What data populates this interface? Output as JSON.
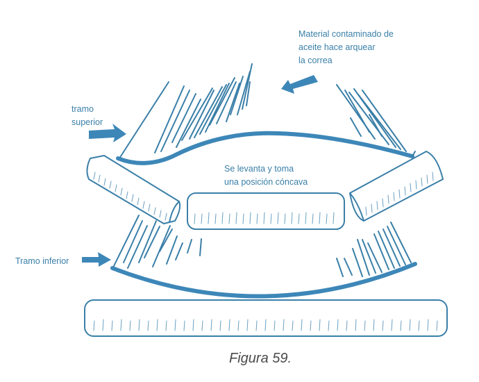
{
  "figure": {
    "caption": "Figura 59.",
    "colors": {
      "ink": "#3a7fa8",
      "belt": "#3d87b8",
      "caption": "#4a4a4a",
      "background": "#ffffff"
    }
  },
  "labels": {
    "contaminated_material": "Material contaminado de\naceite hace arquear\nla correa",
    "upper_run": "tramo\nsuperior",
    "concave_position": "Se levanta y toma\nuna posición cóncava",
    "lower_run": "Tramo inferior"
  },
  "icons": {
    "arrows": [
      "arrow-upper-run",
      "arrow-lower-run",
      "arrow-contaminated-material"
    ],
    "rollers": [
      "roller-left-wing",
      "roller-center",
      "roller-right-wing",
      "roller-return"
    ]
  }
}
